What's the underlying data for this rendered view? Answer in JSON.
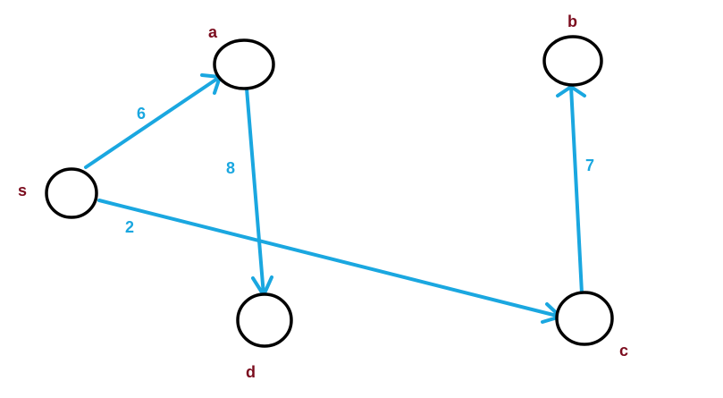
{
  "nodes": [
    {
      "id": "s",
      "label": "s"
    },
    {
      "id": "a",
      "label": "a"
    },
    {
      "id": "b",
      "label": "b"
    },
    {
      "id": "c",
      "label": "c"
    },
    {
      "id": "d",
      "label": "d"
    }
  ],
  "edges": [
    {
      "from": "s",
      "to": "a",
      "weight": "6"
    },
    {
      "from": "a",
      "to": "d",
      "weight": "8"
    },
    {
      "from": "s",
      "to": "c",
      "weight": "2"
    },
    {
      "from": "c",
      "to": "b",
      "weight": "7"
    }
  ],
  "colors": {
    "edge": "#1aa7e0",
    "node_label": "#7b0c1e",
    "node_stroke": "#000000"
  }
}
